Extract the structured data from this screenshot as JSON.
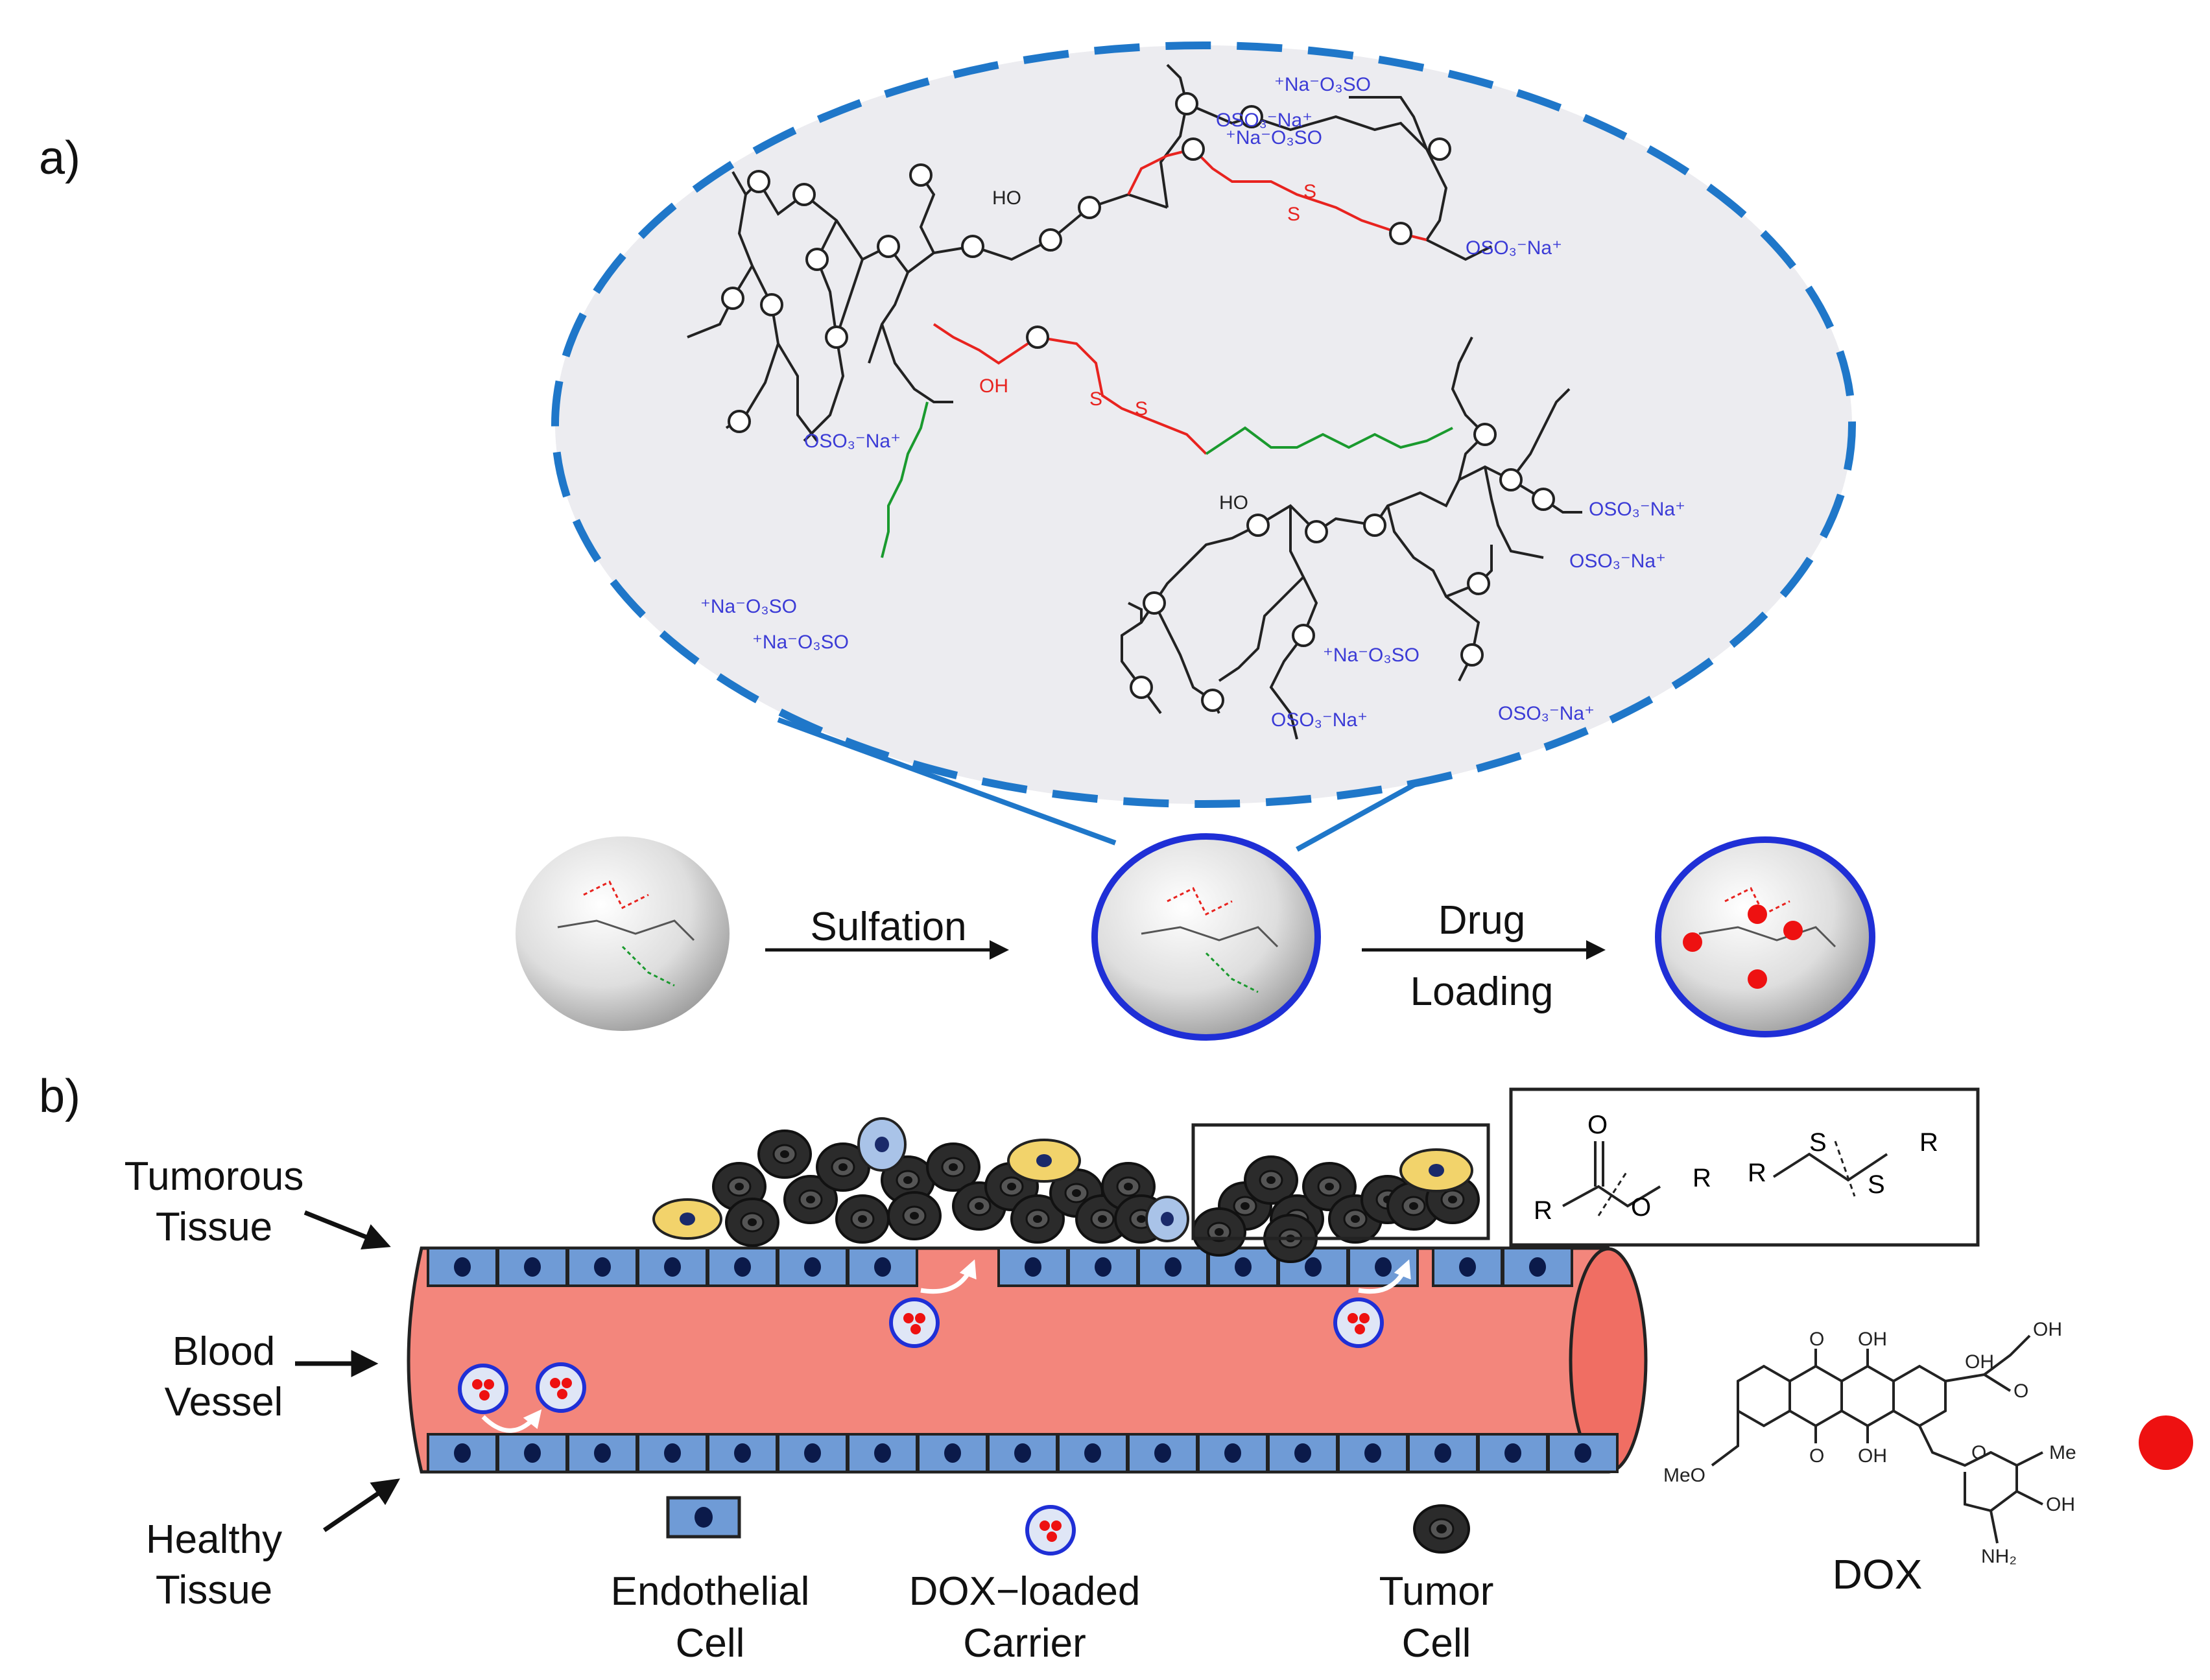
{
  "panel_labels": {
    "a": "a)",
    "b": "b)"
  },
  "process": {
    "step1": "Sulfation",
    "step2_line1": "Drug",
    "step2_line2": "Loading"
  },
  "structure_labels": {
    "sulfate_right": "OSO₃⁻Na⁺",
    "sulfate_left": "⁺Na⁻O₃SO",
    "hydroxyl": "HO",
    "hydroxyl_r": "OH",
    "sulfur": "S"
  },
  "vessel_labels": {
    "tumorous_line1": "Tumorous",
    "tumorous_line2": "Tissue",
    "blood_line1": "Blood",
    "blood_line2": "Vessel",
    "healthy_line1": "Healthy",
    "healthy_line2": "Tissue"
  },
  "legend": {
    "endothelial_line1": "Endothelial",
    "endothelial_line2": "Cell",
    "carrier_line1": "DOX−loaded",
    "carrier_line2": "Carrier",
    "tumor_line1": "Tumor",
    "tumor_line2": "Cell"
  },
  "cleavage_box": {
    "carbonyl_o": "O",
    "r": "R",
    "ester_o": "O",
    "s": "S"
  },
  "dox": {
    "name": "DOX",
    "o_top": "O",
    "oh1": "OH",
    "oh2": "OH",
    "oh3": "OH",
    "o_ket": "O",
    "o_bot": "O",
    "oh_bot": "OH",
    "meo": "MeO",
    "me": "Me",
    "oh_sugar": "OH",
    "nh2": "NH₂",
    "o_sugar": "O"
  },
  "colors": {
    "dashed_ellipse": "#1f77c9",
    "linker_red": "#e8231f",
    "linker_green": "#1a9a2e",
    "sulfate_blue": "#3b3bd6",
    "vessel": "#f3867c",
    "endothelial": "#6f9bd6",
    "tumor_cell": "#2b2b2b",
    "yellow_cell": "#f2d36b",
    "drug_red": "#ee1111"
  }
}
